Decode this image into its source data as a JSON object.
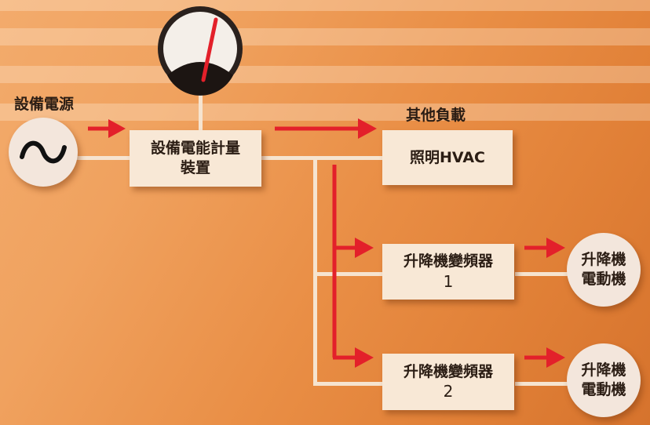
{
  "source_label": "設備電源",
  "meter_box": {
    "line1": "設備電能計量",
    "line2": "裝置"
  },
  "other_load_label": "其他負載",
  "lighting_box": "照明HVAC",
  "drive1": {
    "name": "升降機變頻器",
    "number": "1"
  },
  "drive2": {
    "name": "升降機變頻器",
    "number": "2"
  },
  "motor1": {
    "line1": "升降機",
    "line2": "電動機"
  },
  "motor2": {
    "line1": "升降機",
    "line2": "電動機"
  },
  "colors": {
    "arrow": "#e3202a",
    "wire": "#f6e4d0",
    "box": "#f8e8d6",
    "background": "#ec9650"
  },
  "icons": [
    "ac-source-icon",
    "analog-meter-icon"
  ]
}
